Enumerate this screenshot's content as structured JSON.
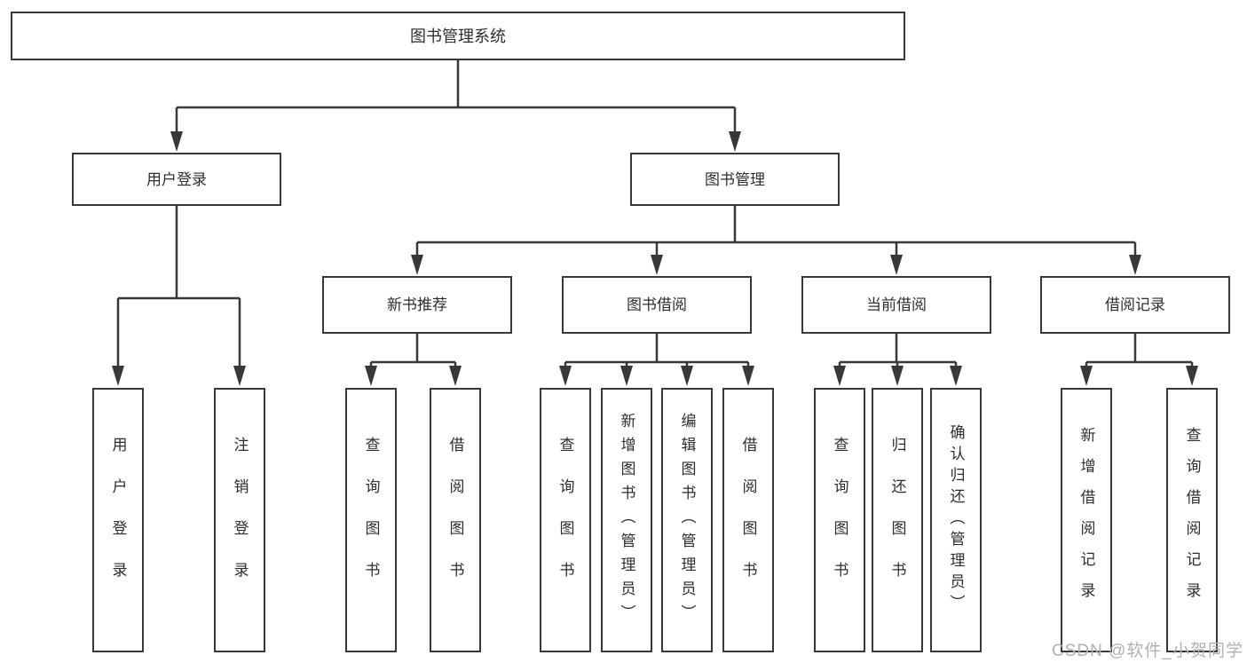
{
  "diagram": {
    "title": "图书管理系统",
    "level2": [
      "用户登录",
      "图书管理"
    ],
    "level3": [
      "新书推荐",
      "图书借阅",
      "当前借阅",
      "借阅记录"
    ],
    "leaves": {
      "user_login": [
        "用户登录",
        "注销登录"
      ],
      "new_book": [
        "查询图书",
        "借阅图书"
      ],
      "book_borrow": [
        "查询图书",
        "新增图书（管理员）",
        "编辑图书（管理员）",
        "借阅图书"
      ],
      "current_borrow": [
        "查询图书",
        "归还图书",
        "确认归还（管理员）"
      ],
      "borrow_record": [
        "新增借阅记录",
        "查询借阅记录"
      ]
    },
    "colors": {
      "line": "#383838",
      "text": "#2d2d2d",
      "background": "#ffffff",
      "watermark": "#b0b0b0"
    }
  },
  "watermark": "CSDN @软件_小贺同学"
}
